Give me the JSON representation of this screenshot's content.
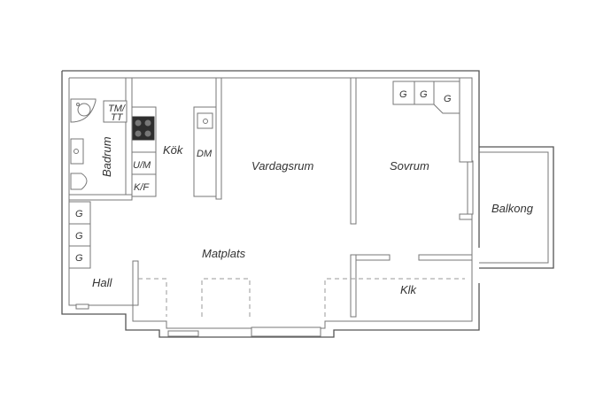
{
  "rooms": {
    "vardagsrum": "Vardagsrum",
    "sovrum": "Sovrum",
    "balkong": "Balkong",
    "matplats": "Matplats",
    "hall": "Hall",
    "klk": "Klk",
    "kok": "Kök",
    "badrum": "Badrum"
  },
  "fixtures": {
    "tm_tt_top": "TM/",
    "tm_tt_bottom": "TT",
    "dm": "DM",
    "um": "U/M",
    "kf": "K/F",
    "wardrobe": "G"
  }
}
